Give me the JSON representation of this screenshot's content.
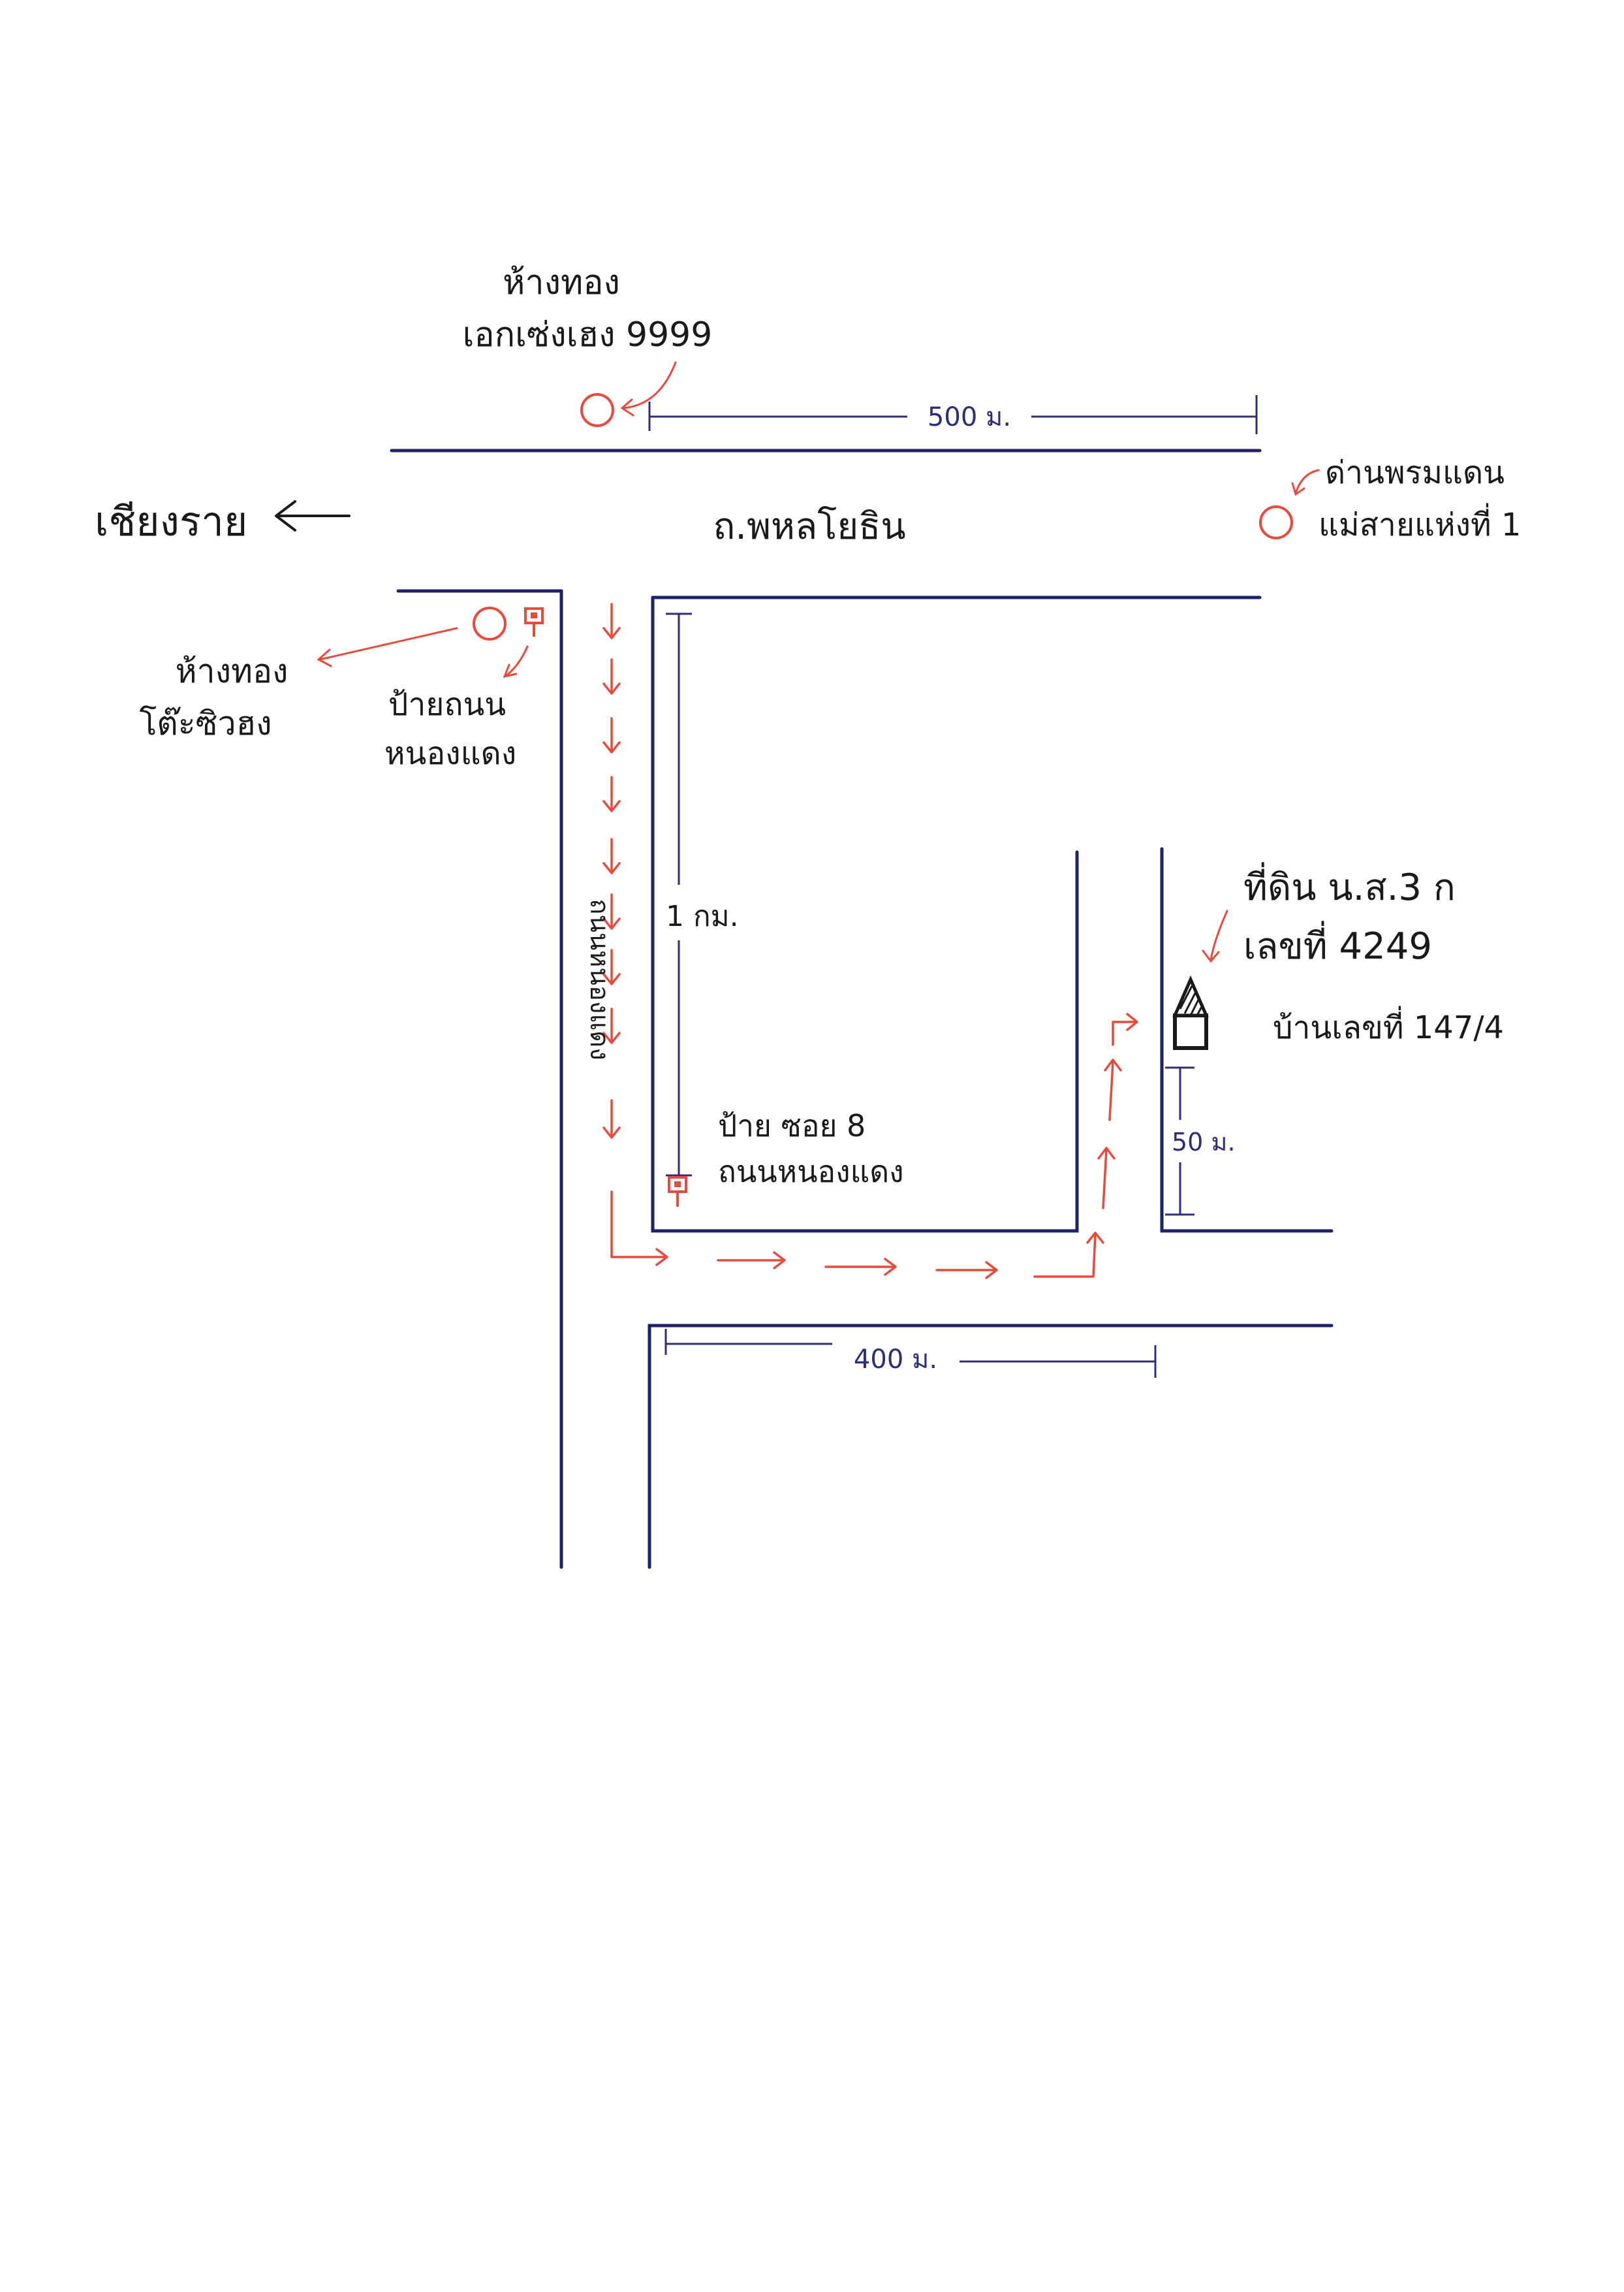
{
  "landmarks": {
    "gold_shop_top": [
      "ห้างทอง",
      "เอกเซ่งเฮง 9999"
    ],
    "border_checkpoint": [
      "ด่านพรมแดน",
      "แม่สายแห่งที่ 1"
    ],
    "gold_shop_left": [
      "ห้างทอง",
      "โต๊ะซิวฮง"
    ],
    "sign_nonglaeng": [
      "ป้ายถนน",
      "หนองแดง"
    ],
    "sign_soi8": [
      "ป้าย ซอย 8",
      "ถนนหนองแดง"
    ],
    "land_plot": [
      "ที่ดิน น.ส.3 ก",
      "เลขที่ 4249"
    ],
    "house_number": "บ้านเลขที่ 147/4"
  },
  "roads": {
    "main_road": "ถ.พหลโยธิน",
    "direction_chiangrai": "เชียงราย",
    "side_road": "ถนนหนองแดง"
  },
  "distances": {
    "top": "500 ม.",
    "vertical": "1 กม.",
    "bottom": "400 ม.",
    "short": "50 ม."
  },
  "colors": {
    "road_ink": "#1f2266",
    "route_ink": "#e84b3c",
    "text_ink": "#1a1a1a"
  }
}
